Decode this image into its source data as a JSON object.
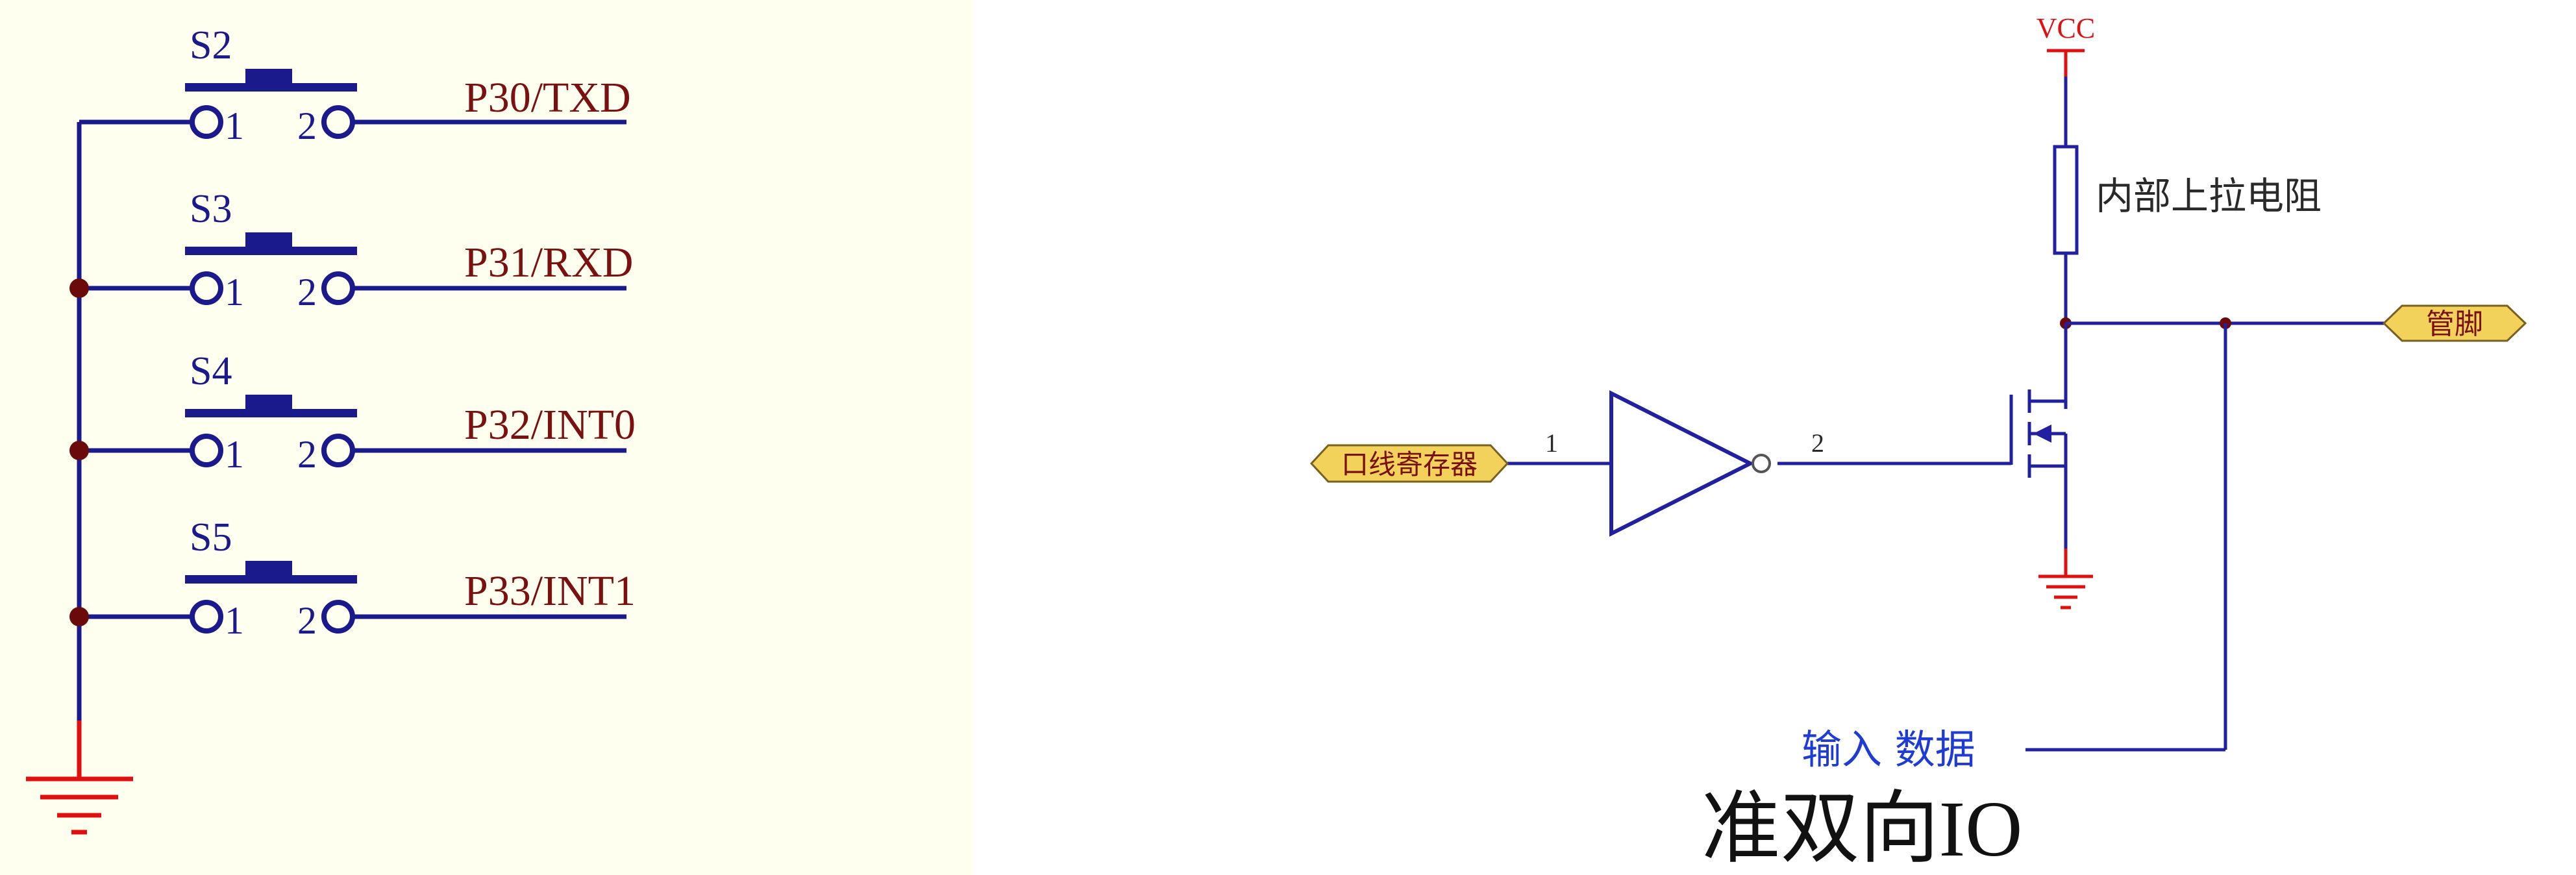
{
  "left_panel": {
    "switches": [
      {
        "ref": "S2",
        "pin1": "1",
        "pin2": "2",
        "net": "P30/TXD"
      },
      {
        "ref": "S3",
        "pin1": "1",
        "pin2": "2",
        "net": "P31/RXD"
      },
      {
        "ref": "S4",
        "pin1": "1",
        "pin2": "2",
        "net": "P32/INT0"
      },
      {
        "ref": "S5",
        "pin1": "1",
        "pin2": "2",
        "net": "P33/INT1"
      }
    ],
    "colors": {
      "background": "#fffff0",
      "wire": "#1a1a8c",
      "label": "#7a1010",
      "junction": "#6b0a0a",
      "ground": "#e01010"
    }
  },
  "right_panel": {
    "vcc_label": "VCC",
    "resistor_label": "内部上拉电阻",
    "pin_port_label": "管脚",
    "input_port_label": "口线寄存器",
    "inverter_pin1": "1",
    "inverter_pin2": "2",
    "input_data_label": "输入 数据",
    "title": "准双向IO",
    "colors": {
      "wire": "#2020a0",
      "power": "#e01010",
      "port_fill": "#f2d25a",
      "port_text": "#7a1010",
      "blue_text": "#1f3bd6"
    }
  }
}
